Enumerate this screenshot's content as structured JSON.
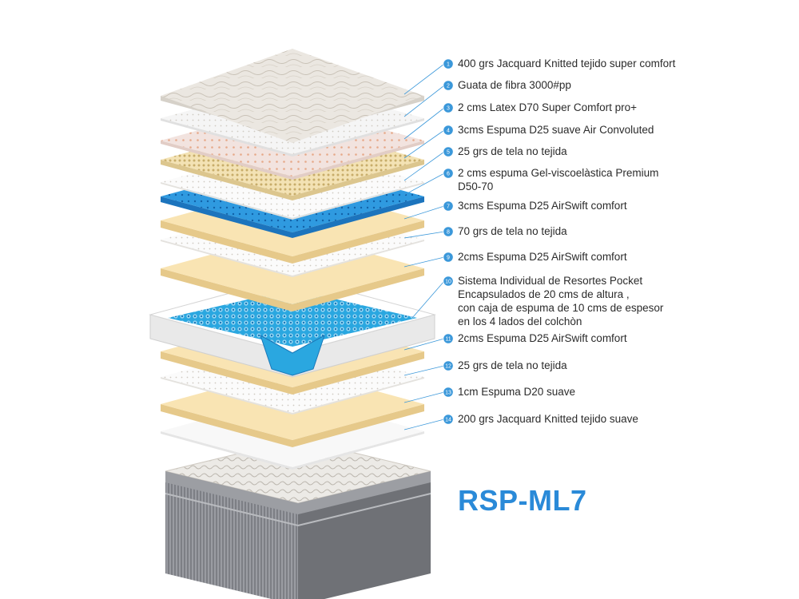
{
  "layers": [
    {
      "num": "1",
      "label": "400 grs Jacquard Knitted tejido super comfort",
      "kind": "quilt"
    },
    {
      "num": "2",
      "label": "Guata de fibra 3000#pp",
      "kind": "fiber"
    },
    {
      "num": "3",
      "label": "2 cms Latex D70 Super Comfort pro+",
      "kind": "latex"
    },
    {
      "num": "4",
      "label": "3cms Espuma D25 suave Air Convoluted",
      "kind": "convoluted"
    },
    {
      "num": "5",
      "label": "25 grs de tela no tejida",
      "kind": "nonwoven"
    },
    {
      "num": "6",
      "label": "2 cms espuma Gel-viscoelàstica Premium\nD50-70",
      "kind": "gel"
    },
    {
      "num": "7",
      "label": "3cms Espuma D25 AirSwift comfort",
      "kind": "foam"
    },
    {
      "num": "8",
      "label": "70 grs de tela no tejida",
      "kind": "nonwoven"
    },
    {
      "num": "9",
      "label": "2cms Espuma D25 AirSwift comfort",
      "kind": "foam"
    },
    {
      "num": "10",
      "label": "Sistema Individual de Resortes Pocket\nEncapsulados de 20 cms de altura ,\n con caja de espuma de 10 cms de espesor\nen los 4 lados del colchòn",
      "kind": "springs"
    },
    {
      "num": "11",
      "label": "2cms Espuma D25 AirSwift comfort",
      "kind": "foam"
    },
    {
      "num": "12",
      "label": "25 grs de tela no tejida",
      "kind": "nonwoven"
    },
    {
      "num": "13",
      "label": "1cm Espuma D20 suave",
      "kind": "foam"
    },
    {
      "num": "14",
      "label": "200 grs Jacquard Knitted tejido suave",
      "kind": "white"
    }
  ],
  "model": "RSP-ML7",
  "colors": {
    "accent": "#2a8ad8",
    "marker": "#3b98da",
    "foam": "#f9e4b3",
    "foam_bright": "#fbd894",
    "gel": "#2f9ae0",
    "springs": "#2aa7e0",
    "quilt": "#e6e2dc",
    "cover_side": "#8c8d92"
  }
}
